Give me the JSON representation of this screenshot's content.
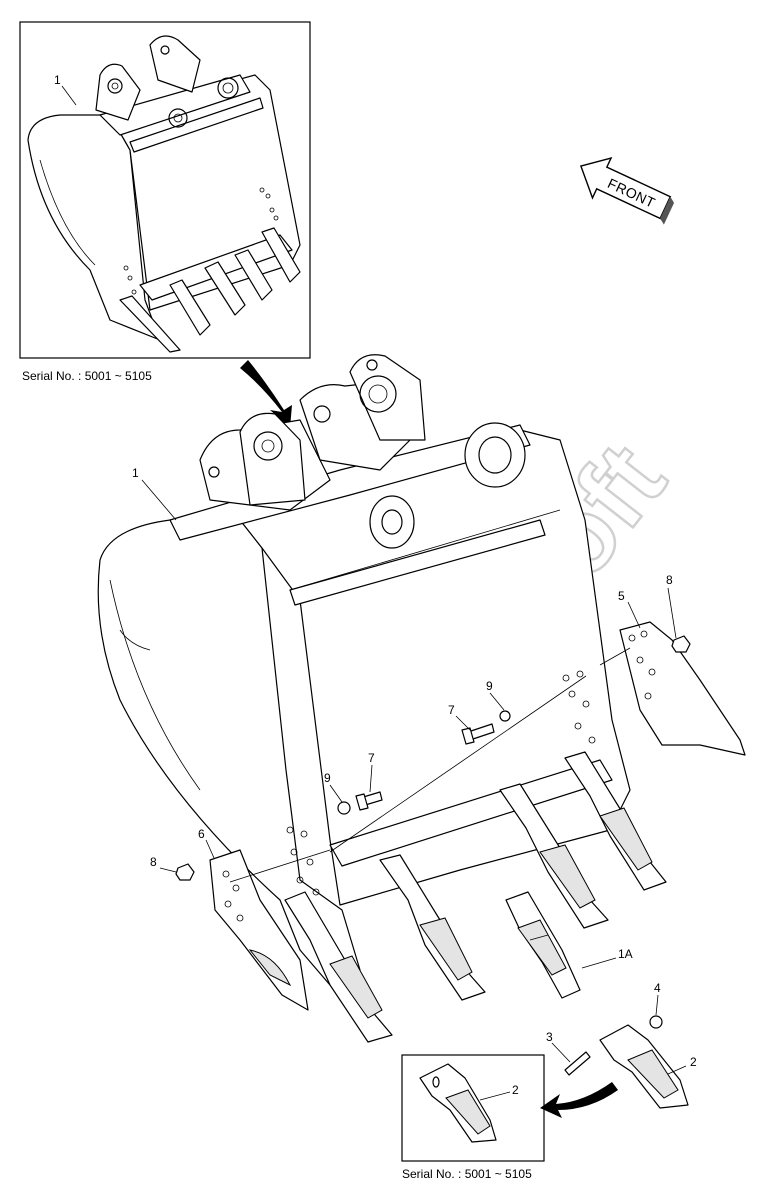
{
  "inset_top": {
    "serial": "Serial No. : 5001 ~ 5105",
    "callouts": [
      "1"
    ]
  },
  "inset_bottom": {
    "serial": "Serial No. : 5001 ~ 5105",
    "callouts": [
      "2"
    ]
  },
  "direction_arrow": {
    "label": "FRONT"
  },
  "watermark": "AutoSoft",
  "callouts": {
    "bucket": "1",
    "tooth_assembly": "1A",
    "tooth_point": "2",
    "pin": "3",
    "lock": "4",
    "side_cutter_right": "5",
    "side_cutter_left": "6",
    "bolt_right": "7",
    "bolt_left": "7",
    "washer_right": "9",
    "washer_left": "9",
    "nut_right": "8",
    "nut_left": "8"
  }
}
